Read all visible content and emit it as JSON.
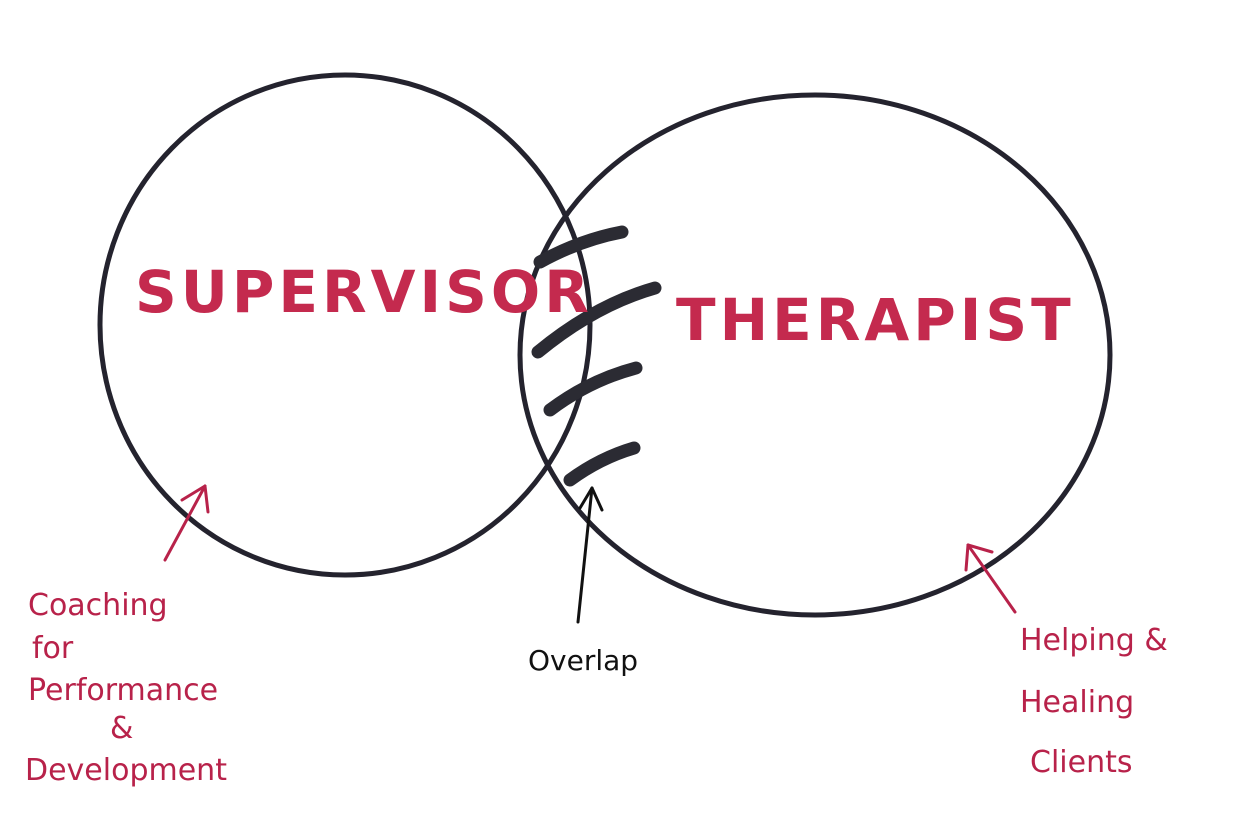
{
  "diagram": {
    "type": "venn",
    "sets": [
      {
        "label": "SUPERVISOR",
        "annotation": [
          "Coaching",
          "for",
          "Performance",
          "&",
          "Development"
        ]
      },
      {
        "label": "THERAPIST",
        "annotation": [
          "Helping &",
          "Healing",
          "Clients"
        ]
      }
    ],
    "overlap_label": "Overlap",
    "colors": {
      "label": "#c42a4e",
      "annotation": "#b8224a",
      "outline": "#24232e",
      "overlap_text": "#111111"
    }
  }
}
